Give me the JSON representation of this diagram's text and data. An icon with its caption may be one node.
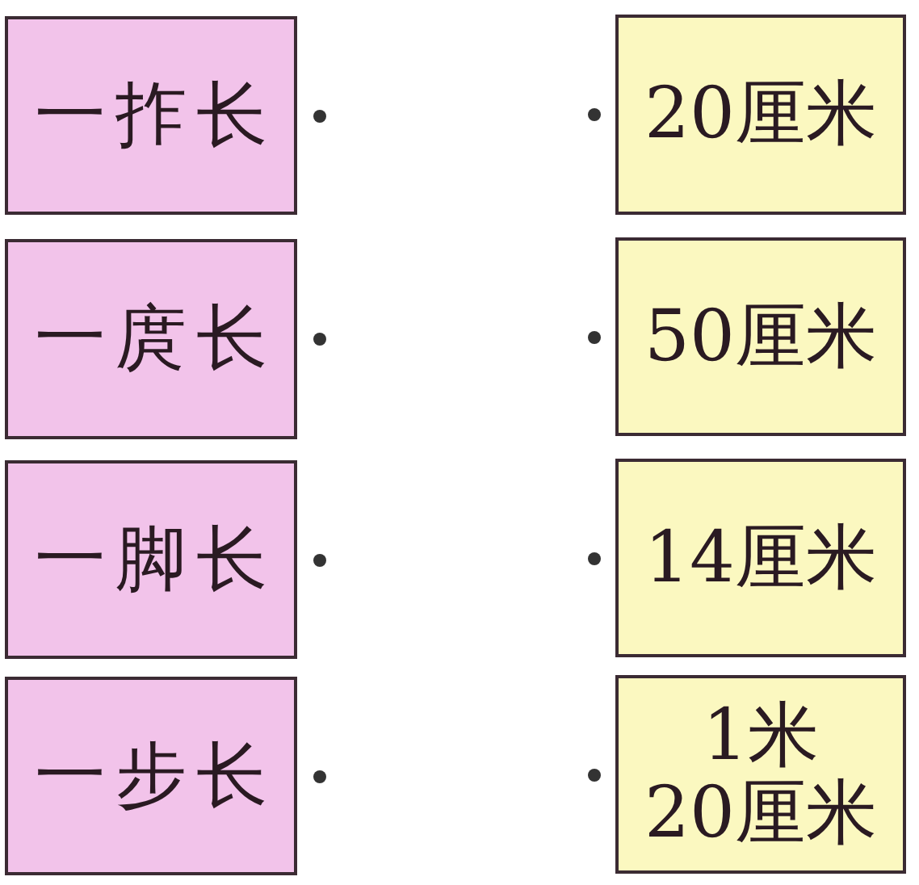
{
  "diagram": {
    "nodes": [
      {
        "text": [
          "一拃长"
        ]
      },
      {
        "text": [
          "20厘米"
        ]
      },
      {
        "text": [
          "一庹长"
        ]
      },
      {
        "text": [
          "50厘米"
        ]
      },
      {
        "text": [
          "一脚长"
        ]
      },
      {
        "text": [
          "14厘米"
        ]
      },
      {
        "text": [
          "一步长"
        ]
      },
      {
        "text": [
          "1米20厘米"
        ]
      }
    ]
  }
}
